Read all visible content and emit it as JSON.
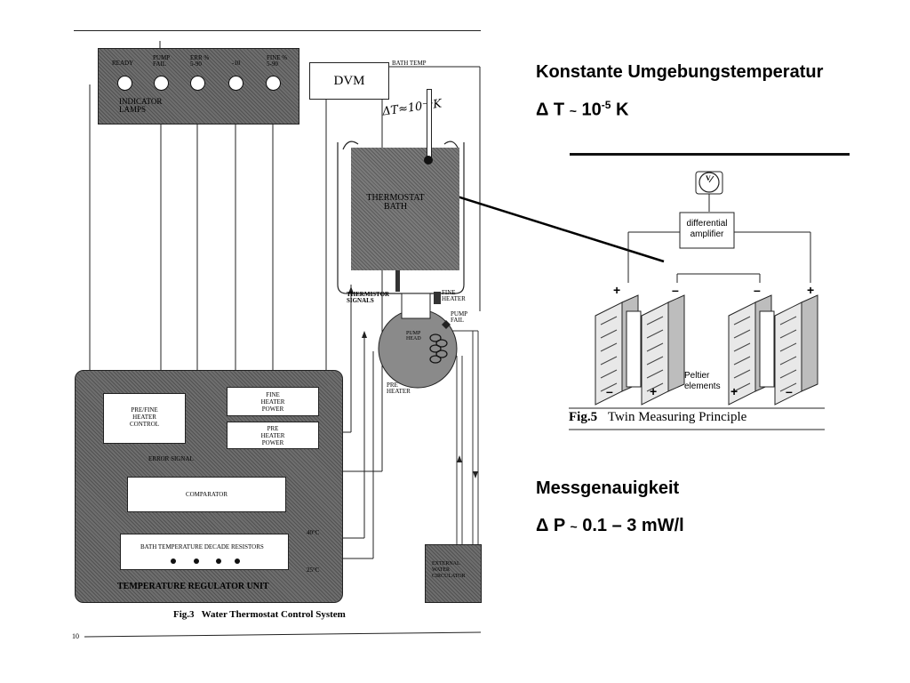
{
  "right_panel": {
    "heading_temp": "Konstante Umgebungstemperatur",
    "delta_t": {
      "prefix": "Δ T ",
      "tilde": "~",
      "base": " 10",
      "exp": "-5",
      "unit": " K"
    },
    "heading_accuracy": "Messgenauigkeit",
    "delta_p": {
      "prefix": "Δ P ",
      "tilde": "~",
      "rest": " 0.1 – 3 mW/l"
    }
  },
  "fig3": {
    "caption": "Fig.3   Water Thermostat Control System",
    "page_number": "10",
    "indicator_labels": [
      "READY",
      "PUMP\nFAIL",
      "ERR %\n5-90",
      "-10",
      "FINE %\n5-90"
    ],
    "indicator_title": "INDICATOR\nLAMPS",
    "dvm": "DVM",
    "bath_temp": "BATH TEMP",
    "handwritten": "ΔT≈10⁻⁵K",
    "bath": "THERMOSTAT\nBATH",
    "thermistor_signals": "THERMISTOR\nSIGNALS",
    "fine_heater_label": "FINE\nHEATER",
    "pump_fail": "PUMP\nFAIL",
    "pump_head": "PUMP\nHEAD",
    "pre_heater_label": "PRE\nHEATER",
    "fine_heater_power": "FINE\nHEATER\nPOWER",
    "pre_heater_power": "PRE\nHEATER\nPOWER",
    "pre_fine_control": "PRE/FINE\nHEATER\nCONTROL",
    "error_signal": "ERROR SIGNAL",
    "comparator": "COMPARATOR",
    "decade": "BATH TEMPERATURE DECADE RESISTORS",
    "regulator_title": "TEMPERATURE REGULATOR UNIT",
    "ext_circulator": "EXTERNAL\nWATER\nCIRCULATOR",
    "temp_a": "40°C",
    "temp_b": "25°C"
  },
  "fig5": {
    "caption_num": "Fig.5",
    "caption_text": "Twin Measuring Principle",
    "amplifier": "differential\namplifier",
    "meter": "V",
    "peltier": "Peltier\nelements",
    "signs": [
      "+",
      "–",
      "–",
      "+",
      "–",
      "+",
      "+",
      "–"
    ]
  }
}
